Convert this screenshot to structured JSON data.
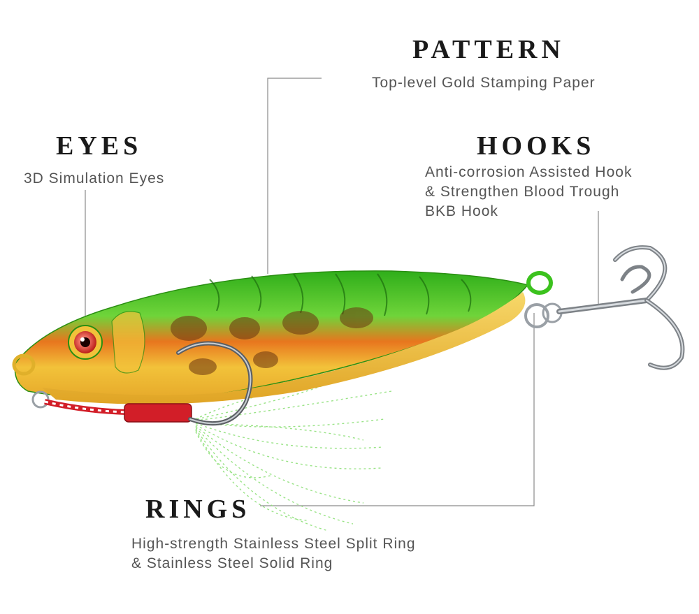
{
  "features": {
    "pattern": {
      "title": "PATTERN",
      "lines": [
        "Top-level Gold Stamping Paper"
      ]
    },
    "eyes": {
      "title": "EYES",
      "lines": [
        "3D Simulation Eyes"
      ]
    },
    "hooks": {
      "title": "HOOKS",
      "lines": [
        "Anti-corrosion Assisted Hook",
        "& Strengthen Blood Trough",
        "BKB Hook"
      ]
    },
    "rings": {
      "title": "RINGS",
      "lines": [
        "High-strength Stainless Steel Split Ring",
        "& Stainless Steel Solid Ring"
      ]
    }
  },
  "colors": {
    "lure_green": "#3cc21e",
    "lure_gold": "#f2c23a",
    "lure_orange": "#e8761e",
    "eye_red": "#d8241e",
    "assist_cord_red": "#d21e28",
    "hook_silver": "#9aa0a6",
    "teaser_green": "#8fe07a",
    "heading_text": "#1a1a1a",
    "body_text": "#555555",
    "leader_line": "#8a8a8a"
  }
}
